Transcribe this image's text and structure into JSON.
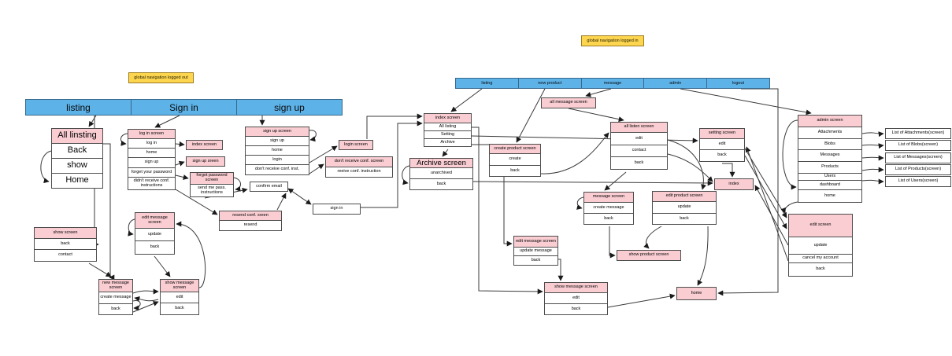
{
  "diagram": {
    "notes": {
      "logged_out": "global navigation logged out",
      "logged_in": "global navigation logged in"
    },
    "nav_logged_out": {
      "items": [
        "listing",
        "Sign in",
        "sign up"
      ]
    },
    "nav_logged_in": {
      "items": [
        "listing",
        "new product",
        "message",
        "admin",
        "logout"
      ]
    },
    "boxes": [
      {
        "id": "all-listing",
        "header": "All linsting",
        "rows": [
          "Back",
          "show",
          "Home"
        ]
      },
      {
        "id": "log-in-screen",
        "header": "log in screen",
        "rows": [
          "log in",
          "home",
          "sign up",
          "forget your password",
          "didn't receive conf. instructions"
        ]
      },
      {
        "id": "index-screen-small",
        "header": "index screen",
        "rows": []
      },
      {
        "id": "sign-up-sreen",
        "header": "sign up sreen",
        "rows": []
      },
      {
        "id": "forgot-password",
        "header": "forgot password screen",
        "rows": [
          "send me pass. instructions"
        ]
      },
      {
        "id": "sign-up-screen",
        "header": "sign up screen",
        "rows": [
          "sign up",
          "home",
          "login",
          "don't receive conf. inst."
        ]
      },
      {
        "id": "login-screen",
        "header": "login screen",
        "rows": []
      },
      {
        "id": "dont-receive-conf",
        "header": "don't receive conf. screen",
        "rows": [
          "reeive conf. instruction"
        ]
      },
      {
        "id": "confirm-email",
        "header": "confirm email",
        "rows": []
      },
      {
        "id": "sign-in",
        "header": "sign in",
        "rows": []
      },
      {
        "id": "resend-conf-sreen",
        "header": "resend conf. sreen",
        "rows": [
          "resend"
        ]
      },
      {
        "id": "index-screen-mid",
        "header": "index screen",
        "rows": [
          "All listing",
          "Setting",
          "Archive"
        ]
      },
      {
        "id": "archive-screen",
        "header": "Archive screen",
        "rows": [
          "unarchived",
          "back"
        ]
      },
      {
        "id": "all-message-screen",
        "header": "all message screen",
        "rows": []
      },
      {
        "id": "create-product",
        "header": "create product screen",
        "rows": [
          "create",
          "back"
        ]
      },
      {
        "id": "all-listen-screen",
        "header": "all listen screen",
        "rows": [
          "edit",
          "contact",
          "back"
        ]
      },
      {
        "id": "setting-screen",
        "header": "setting screen",
        "rows": [
          "edit",
          "back"
        ]
      },
      {
        "id": "index-pink",
        "header": "index",
        "rows": []
      },
      {
        "id": "message-screen",
        "header": "message screen",
        "rows": [
          "create message",
          "back"
        ]
      },
      {
        "id": "edit-product",
        "header": "edit product screen",
        "rows": [
          "update",
          "back"
        ]
      },
      {
        "id": "show-product",
        "header": "show product screen",
        "rows": []
      },
      {
        "id": "edit-message-mid",
        "header": "edit message screen",
        "rows": [
          "update message",
          "back"
        ]
      },
      {
        "id": "show-message-mid",
        "header": "show message screen",
        "rows": [
          "edit",
          "back"
        ]
      },
      {
        "id": "home-pink",
        "header": "home",
        "rows": []
      },
      {
        "id": "admin-screen",
        "header": "admin screen",
        "rows": [
          "Attachments",
          "Blobs",
          "Messages",
          "Products",
          "Users",
          "dashboard",
          "home"
        ]
      },
      {
        "id": "list-attachments",
        "header": "List of Attachments(screen)",
        "rows": []
      },
      {
        "id": "list-blobs",
        "header": "List of Blobs(screen)",
        "rows": []
      },
      {
        "id": "list-messages",
        "header": "List of Messages(screen)",
        "rows": []
      },
      {
        "id": "list-products",
        "header": "List of Products(screen)",
        "rows": []
      },
      {
        "id": "list-users",
        "header": "List of Users(screen)",
        "rows": []
      },
      {
        "id": "edit-screen",
        "header": "edit screen",
        "rows": [
          "update",
          "cancel my account",
          "back"
        ]
      },
      {
        "id": "show-screen",
        "header": "show screen",
        "rows": [
          "back",
          "contact"
        ]
      },
      {
        "id": "edit-message-left",
        "header": "edit message screen",
        "rows": [
          "update",
          "back"
        ]
      },
      {
        "id": "new-message-screen",
        "header": "new message screen",
        "rows": [
          "create message",
          "back"
        ]
      },
      {
        "id": "show-message-left",
        "header": "show message screen",
        "rows": [
          "edit",
          "back"
        ]
      }
    ],
    "colors": {
      "node_header": "#f9cdd2",
      "node_body": "#ffffff",
      "nav_fill": "#5db2e8",
      "note_fill": "#fed54f",
      "line": "#3a3a3a"
    }
  }
}
